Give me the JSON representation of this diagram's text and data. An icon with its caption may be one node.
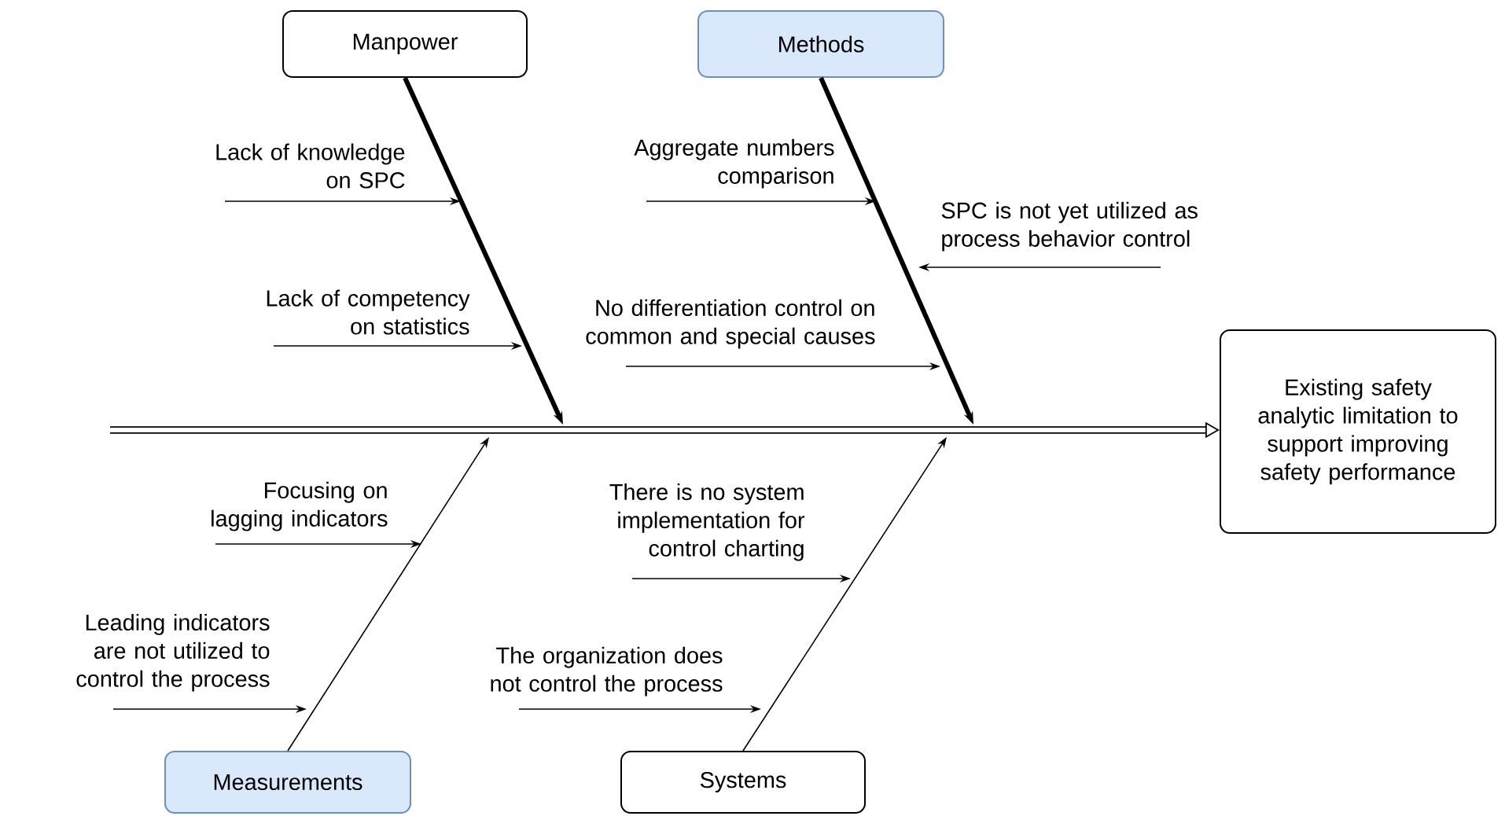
{
  "diagram": {
    "nodes": [
      {
        "text": [
          "Manpower"
        ]
      },
      {
        "text": [
          "Methods"
        ]
      },
      {
        "text": [
          "Lack of knowledge on SPC"
        ]
      },
      {
        "text": [
          "Aggregate numbers comparison"
        ]
      },
      {
        "text": [
          "SPC is not yet utilized as process behavior control"
        ]
      },
      {
        "text": [
          "Lack of competency on statistics"
        ]
      },
      {
        "text": [
          "No differentiation control on common and special causes"
        ]
      },
      {
        "text": [
          "Existing safety analytic limitation to support improving safety performance"
        ]
      },
      {
        "text": [
          "Focusing on lagging indicators"
        ]
      },
      {
        "text": [
          "There is no system implementation for control charting"
        ]
      },
      {
        "text": [
          "Leading indicators are not utilized to control the process"
        ]
      },
      {
        "text": [
          "The organization does not control the process"
        ]
      },
      {
        "text": [
          "Measurements"
        ]
      },
      {
        "text": [
          "Systems"
        ]
      }
    ],
    "edges": [
      {
        "from": 0,
        "to": null,
        "arrow": "to",
        "style": "thick"
      },
      {
        "from": 1,
        "to": null,
        "arrow": "to",
        "style": "thick"
      },
      {
        "from": 2,
        "to": null,
        "arrow": "to"
      },
      {
        "from": 3,
        "to": null,
        "arrow": "to"
      },
      {
        "from": 4,
        "to": null,
        "arrow": "to"
      },
      {
        "from": 5,
        "to": null,
        "arrow": "to"
      },
      {
        "from": 6,
        "to": null,
        "arrow": "to"
      },
      {
        "from": 8,
        "to": null,
        "arrow": "to"
      },
      {
        "from": 9,
        "to": null,
        "arrow": "to"
      },
      {
        "from": 10,
        "to": null,
        "arrow": "to"
      },
      {
        "from": 11,
        "to": null,
        "arrow": "to"
      },
      {
        "from": 12,
        "to": null,
        "arrow": "to"
      },
      {
        "from": 13,
        "to": null,
        "arrow": "to"
      },
      {
        "from": null,
        "to": 7,
        "arrow": "to",
        "style": "thick"
      }
    ]
  }
}
